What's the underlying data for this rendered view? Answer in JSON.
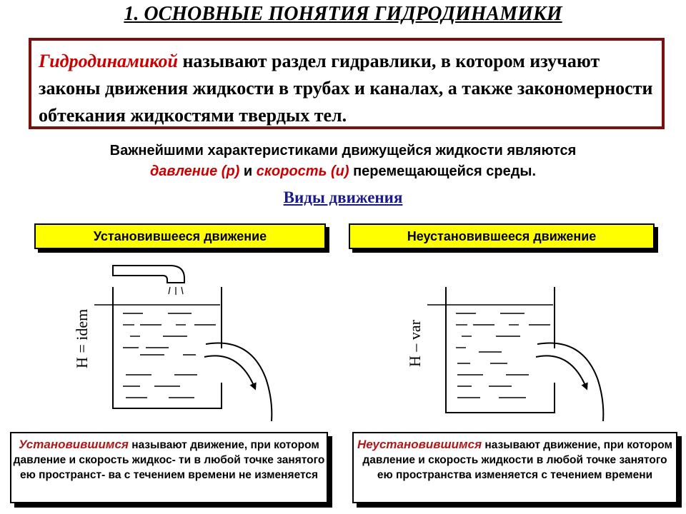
{
  "title": "1. ОСНОВНЫЕ ПОНЯТИЯ ГИДРОДИНАМИКИ",
  "definition": {
    "term": "Гидродинамикой",
    "rest": " называют раздел гидравлики, в котором изучают законы движения жидкости в трубах и каналах,  а также закономерности обтекания жидкостями твердых тел."
  },
  "key": {
    "line1": "Важнейшими характеристиками движущейся жидкости являются",
    "pressure": "давление (p)",
    "and": " и ",
    "velocity": "скорость (u)",
    "tail": " перемещающейся среды."
  },
  "kinds_heading": "Виды движения ",
  "steady": {
    "label": "Установившееся движение",
    "axis_label": "H = idem",
    "lead": "Установившимся",
    "text": " называют движение, при котором давление и скорость жидкос- ти в любой точке занятого ею пространст- ва с течением времени не изменяется"
  },
  "unsteady": {
    "label": "Неустановившееся движение",
    "axis_label": "H – var",
    "lead": "Неустановившимся",
    "text": " называют движение, при котором давление и скорость  жидкости в любой точке занятого ею пространства изменяется с течением времени"
  },
  "colors": {
    "accent_red": "#cc0000",
    "frame_dark_red": "#7b1010",
    "label_yellow": "#ffff00",
    "heading_blue": "#1a1a8c"
  }
}
